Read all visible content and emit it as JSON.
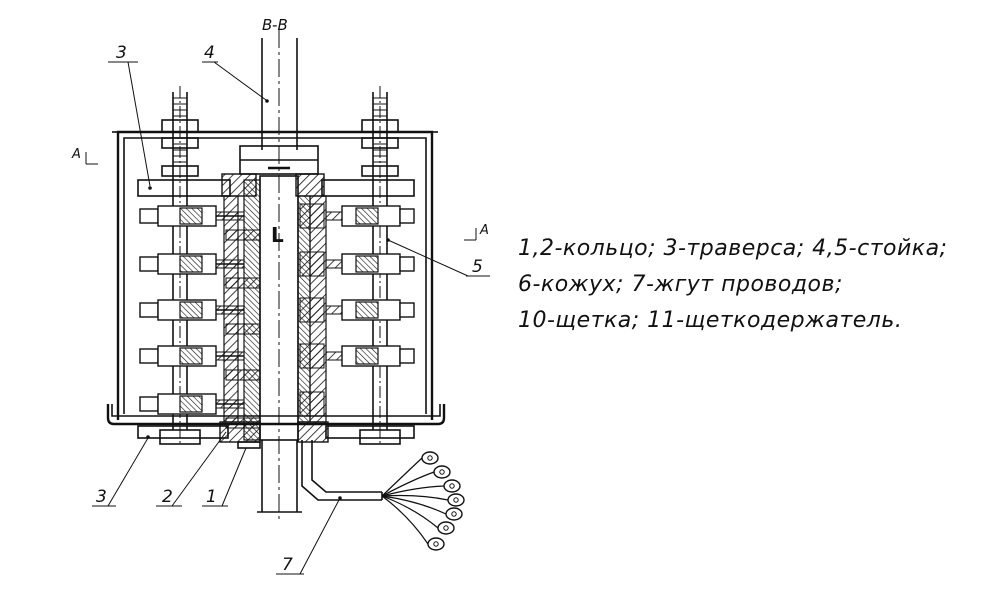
{
  "section_label": "B-B",
  "callouts": {
    "c3_top": "3",
    "c4": "4",
    "c5": "5",
    "c3_bottom": "3",
    "c2": "2",
    "c1": "1",
    "c7": "7",
    "center_mark": "L"
  },
  "section_marks": {
    "left": "A",
    "right": "A"
  },
  "legend": {
    "line1": "1,2-кольцо; 3-траверса; 4,5-стойка;",
    "line2": "6-кожух; 7-жгут проводов;",
    "line3": "10-щетка; 11-щеткодержатель."
  }
}
